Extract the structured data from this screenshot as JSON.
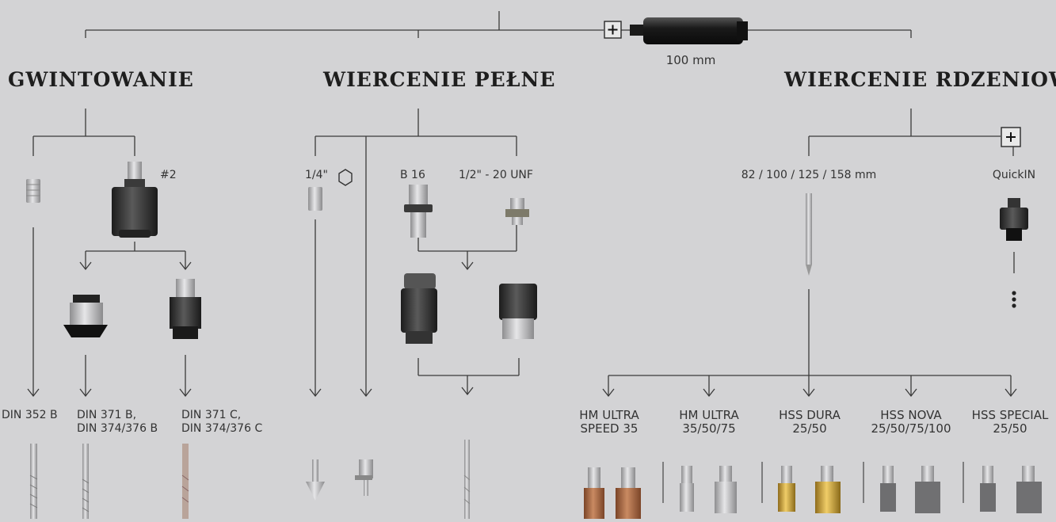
{
  "colors": {
    "background": "#d3d3d5",
    "line": "#3a3a3a",
    "metal": "#b9b9bb",
    "dark": "#2a2a2a",
    "copper": "#b06a44",
    "gold": "#c9a13a"
  },
  "extension": {
    "length_label": "100 mm"
  },
  "categories": {
    "tapping": {
      "title": "GWINTOWANIE",
      "chuck_label": "#2",
      "labels": {
        "din352": "DIN 352 B",
        "din371b": "DIN 371 B,\nDIN 374/376 B",
        "din371c": "DIN 371 C,\nDIN 374/376 C"
      }
    },
    "solid": {
      "title": "WIERCENIE PEŁNE",
      "labels": {
        "quarter": "1/4\"",
        "b16": "B 16",
        "unf": "1/2\" - 20 UNF"
      }
    },
    "core": {
      "title": "WIERCENIE RDZENIOWE",
      "labels": {
        "pilot": "82 / 100 / 125 / 158 mm",
        "quickin": "QuickIN"
      },
      "cutters": [
        {
          "name": "HM ULTRA\nSPEED 35"
        },
        {
          "name": "HM ULTRA\n35/50/75"
        },
        {
          "name": "HSS DURA\n25/50"
        },
        {
          "name": "HSS NOVA\n25/50/75/100"
        },
        {
          "name": "HSS SPECIAL\n25/50"
        }
      ]
    }
  },
  "icons": [
    "plus-box-icon",
    "hexagon-icon",
    "arrow-down-icon",
    "ellipsis-vertical-icon"
  ]
}
